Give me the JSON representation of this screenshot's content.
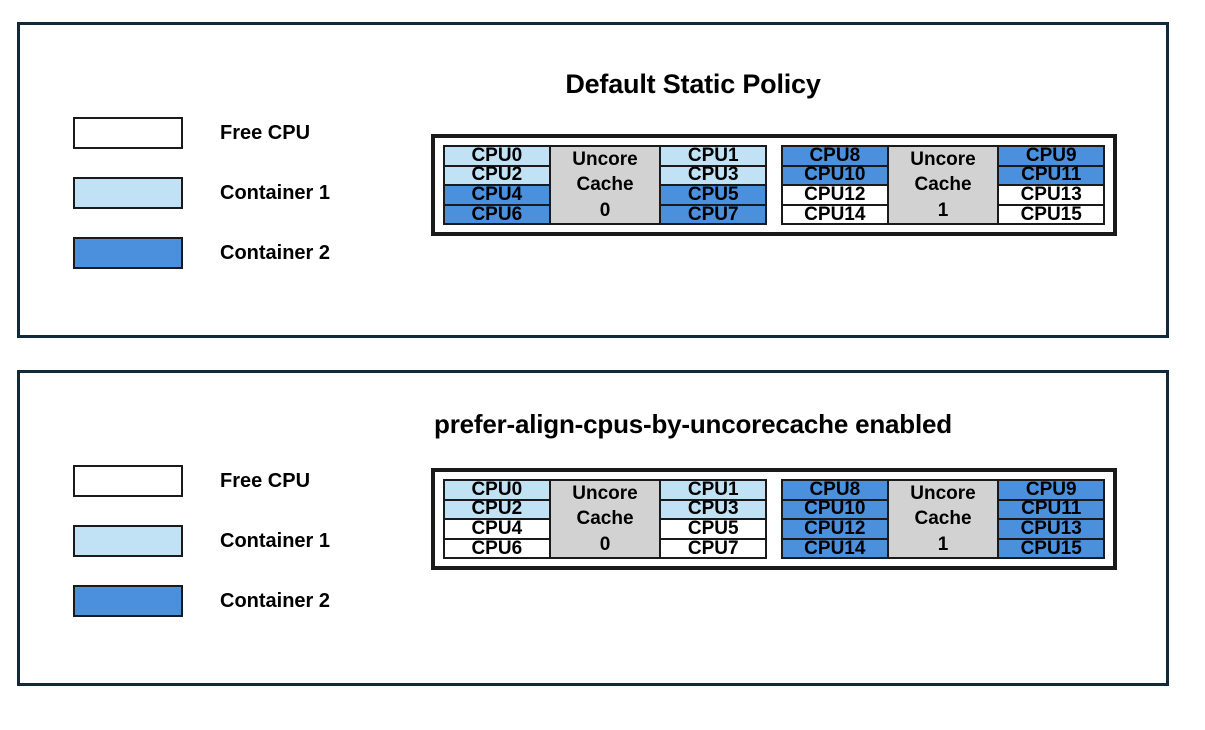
{
  "colors": {
    "panel_border": "#12293a",
    "box_border": "#1a1a1a",
    "free": "#ffffff",
    "container1": "#c0e2f4",
    "container2": "#4b90dc",
    "uncore_cache": "#d2d2d2",
    "text": "#000000"
  },
  "legend": {
    "items": [
      {
        "label": "Free CPU",
        "fill": "free"
      },
      {
        "label": "Container 1",
        "fill": "container1"
      },
      {
        "label": "Container 2",
        "fill": "container2"
      }
    ]
  },
  "panels": [
    {
      "title": "Default Static Policy",
      "cache_groups": [
        {
          "cache_line1": "Uncore",
          "cache_line2": "Cache",
          "cache_line3": "0",
          "left_column": [
            {
              "label": "CPU0",
              "fill": "container1"
            },
            {
              "label": "CPU2",
              "fill": "container1"
            },
            {
              "label": "CPU4",
              "fill": "container2"
            },
            {
              "label": "CPU6",
              "fill": "container2"
            }
          ],
          "right_column": [
            {
              "label": "CPU1",
              "fill": "container1"
            },
            {
              "label": "CPU3",
              "fill": "container1"
            },
            {
              "label": "CPU5",
              "fill": "container2"
            },
            {
              "label": "CPU7",
              "fill": "container2"
            }
          ]
        },
        {
          "cache_line1": "Uncore",
          "cache_line2": "Cache",
          "cache_line3": "1",
          "left_column": [
            {
              "label": "CPU8",
              "fill": "container2"
            },
            {
              "label": "CPU10",
              "fill": "container2"
            },
            {
              "label": "CPU12",
              "fill": "free"
            },
            {
              "label": "CPU14",
              "fill": "free"
            }
          ],
          "right_column": [
            {
              "label": "CPU9",
              "fill": "container2"
            },
            {
              "label": "CPU11",
              "fill": "container2"
            },
            {
              "label": "CPU13",
              "fill": "free"
            },
            {
              "label": "CPU15",
              "fill": "free"
            }
          ]
        }
      ]
    },
    {
      "title": "prefer-align-cpus-by-uncorecache enabled",
      "cache_groups": [
        {
          "cache_line1": "Uncore",
          "cache_line2": "Cache",
          "cache_line3": "0",
          "left_column": [
            {
              "label": "CPU0",
              "fill": "container1"
            },
            {
              "label": "CPU2",
              "fill": "container1"
            },
            {
              "label": "CPU4",
              "fill": "free"
            },
            {
              "label": "CPU6",
              "fill": "free"
            }
          ],
          "right_column": [
            {
              "label": "CPU1",
              "fill": "container1"
            },
            {
              "label": "CPU3",
              "fill": "container1"
            },
            {
              "label": "CPU5",
              "fill": "free"
            },
            {
              "label": "CPU7",
              "fill": "free"
            }
          ]
        },
        {
          "cache_line1": "Uncore",
          "cache_line2": "Cache",
          "cache_line3": "1",
          "left_column": [
            {
              "label": "CPU8",
              "fill": "container2"
            },
            {
              "label": "CPU10",
              "fill": "container2"
            },
            {
              "label": "CPU12",
              "fill": "container2"
            },
            {
              "label": "CPU14",
              "fill": "container2"
            }
          ],
          "right_column": [
            {
              "label": "CPU9",
              "fill": "container2"
            },
            {
              "label": "CPU11",
              "fill": "container2"
            },
            {
              "label": "CPU13",
              "fill": "container2"
            },
            {
              "label": "CPU15",
              "fill": "container2"
            }
          ]
        }
      ]
    }
  ]
}
